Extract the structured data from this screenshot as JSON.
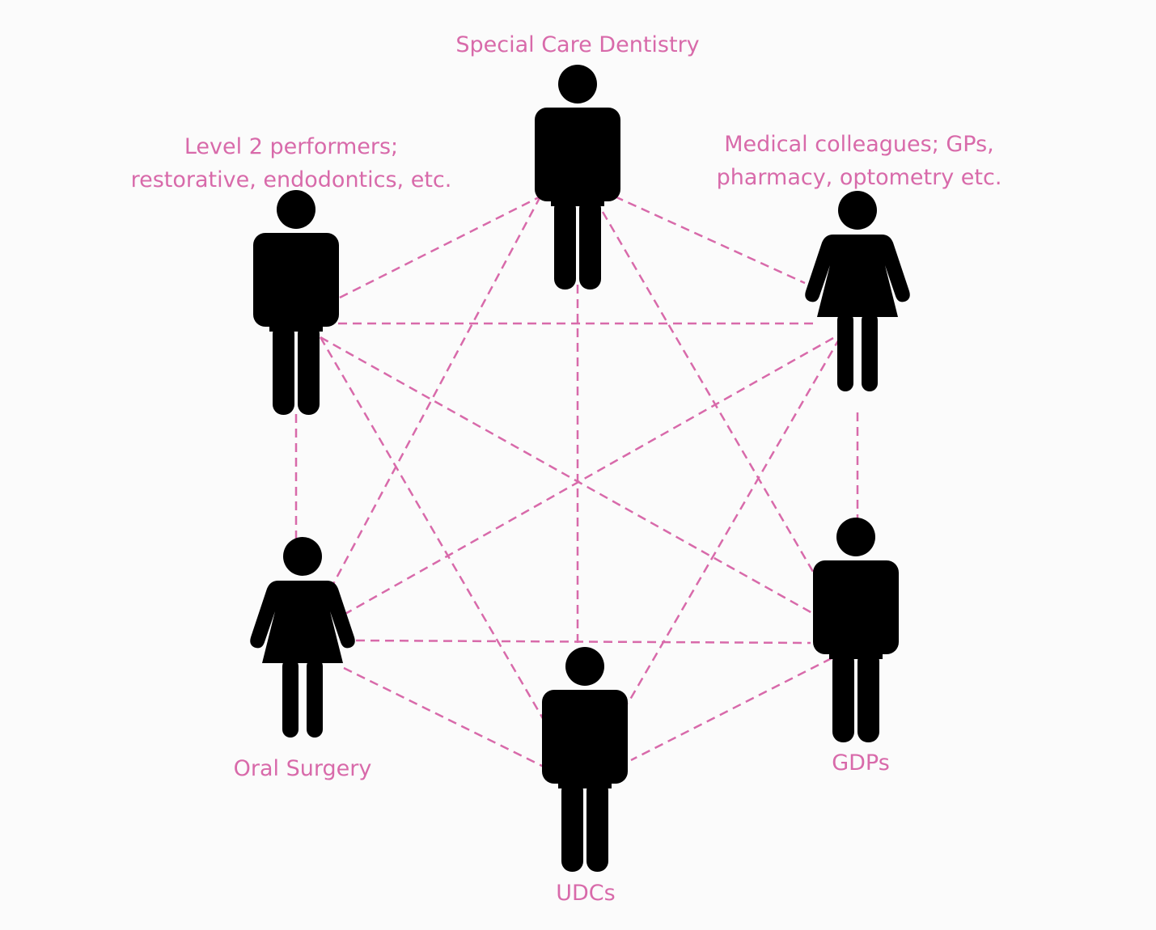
{
  "diagram": {
    "type": "network",
    "line_color": "#d86aaa",
    "figure_color": "#000000",
    "line_style": "dashed",
    "nodes": [
      {
        "id": "special_care",
        "figure": "man",
        "label_lines": [
          "Special Care Dentistry"
        ]
      },
      {
        "id": "level2",
        "figure": "man",
        "label_lines": [
          "Level 2 performers;",
          "restorative, endodontics, etc."
        ]
      },
      {
        "id": "medical",
        "figure": "woman",
        "label_lines": [
          "Medical colleagues; GPs,",
          "pharmacy, optometry etc."
        ]
      },
      {
        "id": "oral_surgery",
        "figure": "woman",
        "label_lines": [
          "Oral Surgery"
        ]
      },
      {
        "id": "gdps",
        "figure": "man",
        "label_lines": [
          "GDPs"
        ]
      },
      {
        "id": "udcs",
        "figure": "man",
        "label_lines": [
          "UDCs"
        ]
      }
    ],
    "edges": [
      [
        "level2",
        "special_care"
      ],
      [
        "special_care",
        "medical"
      ],
      [
        "level2",
        "medical"
      ],
      [
        "level2",
        "oral_surgery"
      ],
      [
        "level2",
        "gdps"
      ],
      [
        "level2",
        "udcs"
      ],
      [
        "special_care",
        "oral_surgery"
      ],
      [
        "special_care",
        "gdps"
      ],
      [
        "special_care",
        "udcs"
      ],
      [
        "medical",
        "oral_surgery"
      ],
      [
        "medical",
        "gdps"
      ],
      [
        "medical",
        "udcs"
      ],
      [
        "oral_surgery",
        "gdps"
      ],
      [
        "oral_surgery",
        "udcs"
      ],
      [
        "gdps",
        "udcs"
      ]
    ]
  }
}
